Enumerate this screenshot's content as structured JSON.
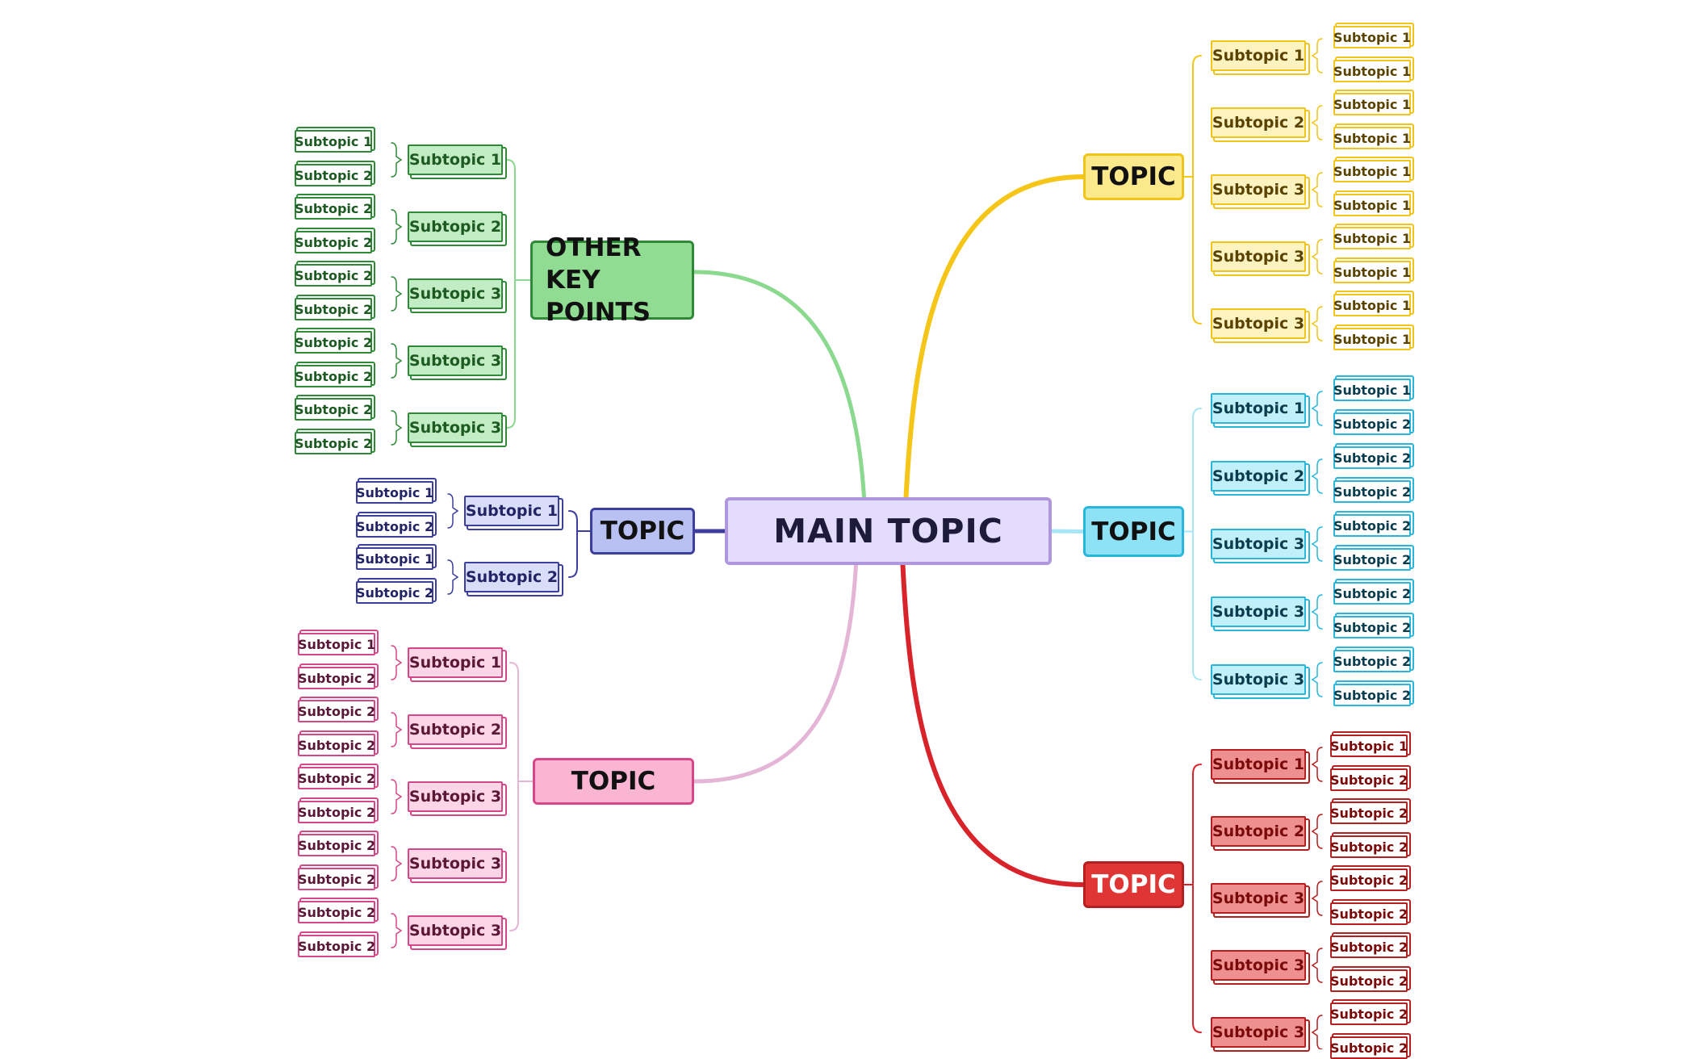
{
  "main_topic": "MAIN TOPIC",
  "colors": {
    "main": {
      "fill": "#e3dcfb",
      "stroke": "#b096dc"
    },
    "yellow": {
      "fill": "#fce98c",
      "stroke": "#f0c419",
      "text": "#5a4300",
      "line": "#f5c518"
    },
    "cyan": {
      "fill": "#8ee2f6",
      "stroke": "#29b6dc",
      "text": "#0a3d4d",
      "line": "#a8e6f6"
    },
    "red": {
      "fill": "#e03535",
      "stroke": "#b51f1f",
      "text": "#7a0a0a",
      "line": "#d8232a"
    },
    "green": {
      "fill": "#8fdc92",
      "stroke": "#2f8a37",
      "text": "#1c5a22",
      "line": "#8ad98e"
    },
    "navy": {
      "fill": "#b9c1f2",
      "stroke": "#3c3f9e",
      "text": "#222466",
      "line": "#3c3f9e"
    },
    "pink": {
      "fill": "#f9b5d2",
      "stroke": "#d6478a",
      "text": "#5a1737",
      "line": "#e4b5d6"
    }
  },
  "branches": [
    {
      "id": "yellow",
      "label": "TOPIC",
      "side": "right",
      "subtopics": [
        {
          "label": "Subtopic 1",
          "children": [
            "Subtopic 1",
            "Subtopic 1"
          ]
        },
        {
          "label": "Subtopic 2",
          "children": [
            "Subtopic 1",
            "Subtopic 1"
          ]
        },
        {
          "label": "Subtopic 3",
          "children": [
            "Subtopic 1",
            "Subtopic 1"
          ]
        },
        {
          "label": "Subtopic 3",
          "children": [
            "Subtopic 1",
            "Subtopic 1"
          ]
        },
        {
          "label": "Subtopic 3",
          "children": [
            "Subtopic 1",
            "Subtopic 1"
          ]
        }
      ]
    },
    {
      "id": "cyan",
      "label": "TOPIC",
      "side": "right",
      "subtopics": [
        {
          "label": "Subtopic 1",
          "children": [
            "Subtopic 1",
            "Subtopic 2"
          ]
        },
        {
          "label": "Subtopic 2",
          "children": [
            "Subtopic 2",
            "Subtopic 2"
          ]
        },
        {
          "label": "Subtopic 3",
          "children": [
            "Subtopic 2",
            "Subtopic 2"
          ]
        },
        {
          "label": "Subtopic 3",
          "children": [
            "Subtopic 2",
            "Subtopic 2"
          ]
        },
        {
          "label": "Subtopic 3",
          "children": [
            "Subtopic 2",
            "Subtopic 2"
          ]
        }
      ]
    },
    {
      "id": "red",
      "label": "TOPIC",
      "side": "right",
      "subtopics": [
        {
          "label": "Subtopic 1",
          "children": [
            "Subtopic 1",
            "Subtopic 2"
          ]
        },
        {
          "label": "Subtopic 2",
          "children": [
            "Subtopic 2",
            "Subtopic 2"
          ]
        },
        {
          "label": "Subtopic 3",
          "children": [
            "Subtopic 2",
            "Subtopic 2"
          ]
        },
        {
          "label": "Subtopic 3",
          "children": [
            "Subtopic 2",
            "Subtopic 2"
          ]
        },
        {
          "label": "Subtopic 3",
          "children": [
            "Subtopic 2",
            "Subtopic 2"
          ]
        }
      ]
    },
    {
      "id": "green",
      "label": "OTHER KEY POINTS",
      "side": "left",
      "subtopics": [
        {
          "label": "Subtopic 1",
          "children": [
            "Subtopic 1",
            "Subtopic 2"
          ]
        },
        {
          "label": "Subtopic 2",
          "children": [
            "Subtopic 2",
            "Subtopic 2"
          ]
        },
        {
          "label": "Subtopic 3",
          "children": [
            "Subtopic 2",
            "Subtopic 2"
          ]
        },
        {
          "label": "Subtopic 3",
          "children": [
            "Subtopic 2",
            "Subtopic 2"
          ]
        },
        {
          "label": "Subtopic 3",
          "children": [
            "Subtopic 2",
            "Subtopic 2"
          ]
        }
      ]
    },
    {
      "id": "navy",
      "label": "TOPIC",
      "side": "left",
      "subtopics": [
        {
          "label": "Subtopic 1",
          "children": [
            "Subtopic 1",
            "Subtopic 2"
          ]
        },
        {
          "label": "Subtopic 2",
          "children": [
            "Subtopic 1",
            "Subtopic 2"
          ]
        }
      ]
    },
    {
      "id": "pink",
      "label": "TOPIC",
      "side": "left",
      "subtopics": [
        {
          "label": "Subtopic 1",
          "children": [
            "Subtopic 1",
            "Subtopic 2"
          ]
        },
        {
          "label": "Subtopic 2",
          "children": [
            "Subtopic 2",
            "Subtopic 2"
          ]
        },
        {
          "label": "Subtopic 3",
          "children": [
            "Subtopic 2",
            "Subtopic 2"
          ]
        },
        {
          "label": "Subtopic 3",
          "children": [
            "Subtopic 2",
            "Subtopic 2"
          ]
        },
        {
          "label": "Subtopic 3",
          "children": [
            "Subtopic 2",
            "Subtopic 2"
          ]
        }
      ]
    }
  ]
}
